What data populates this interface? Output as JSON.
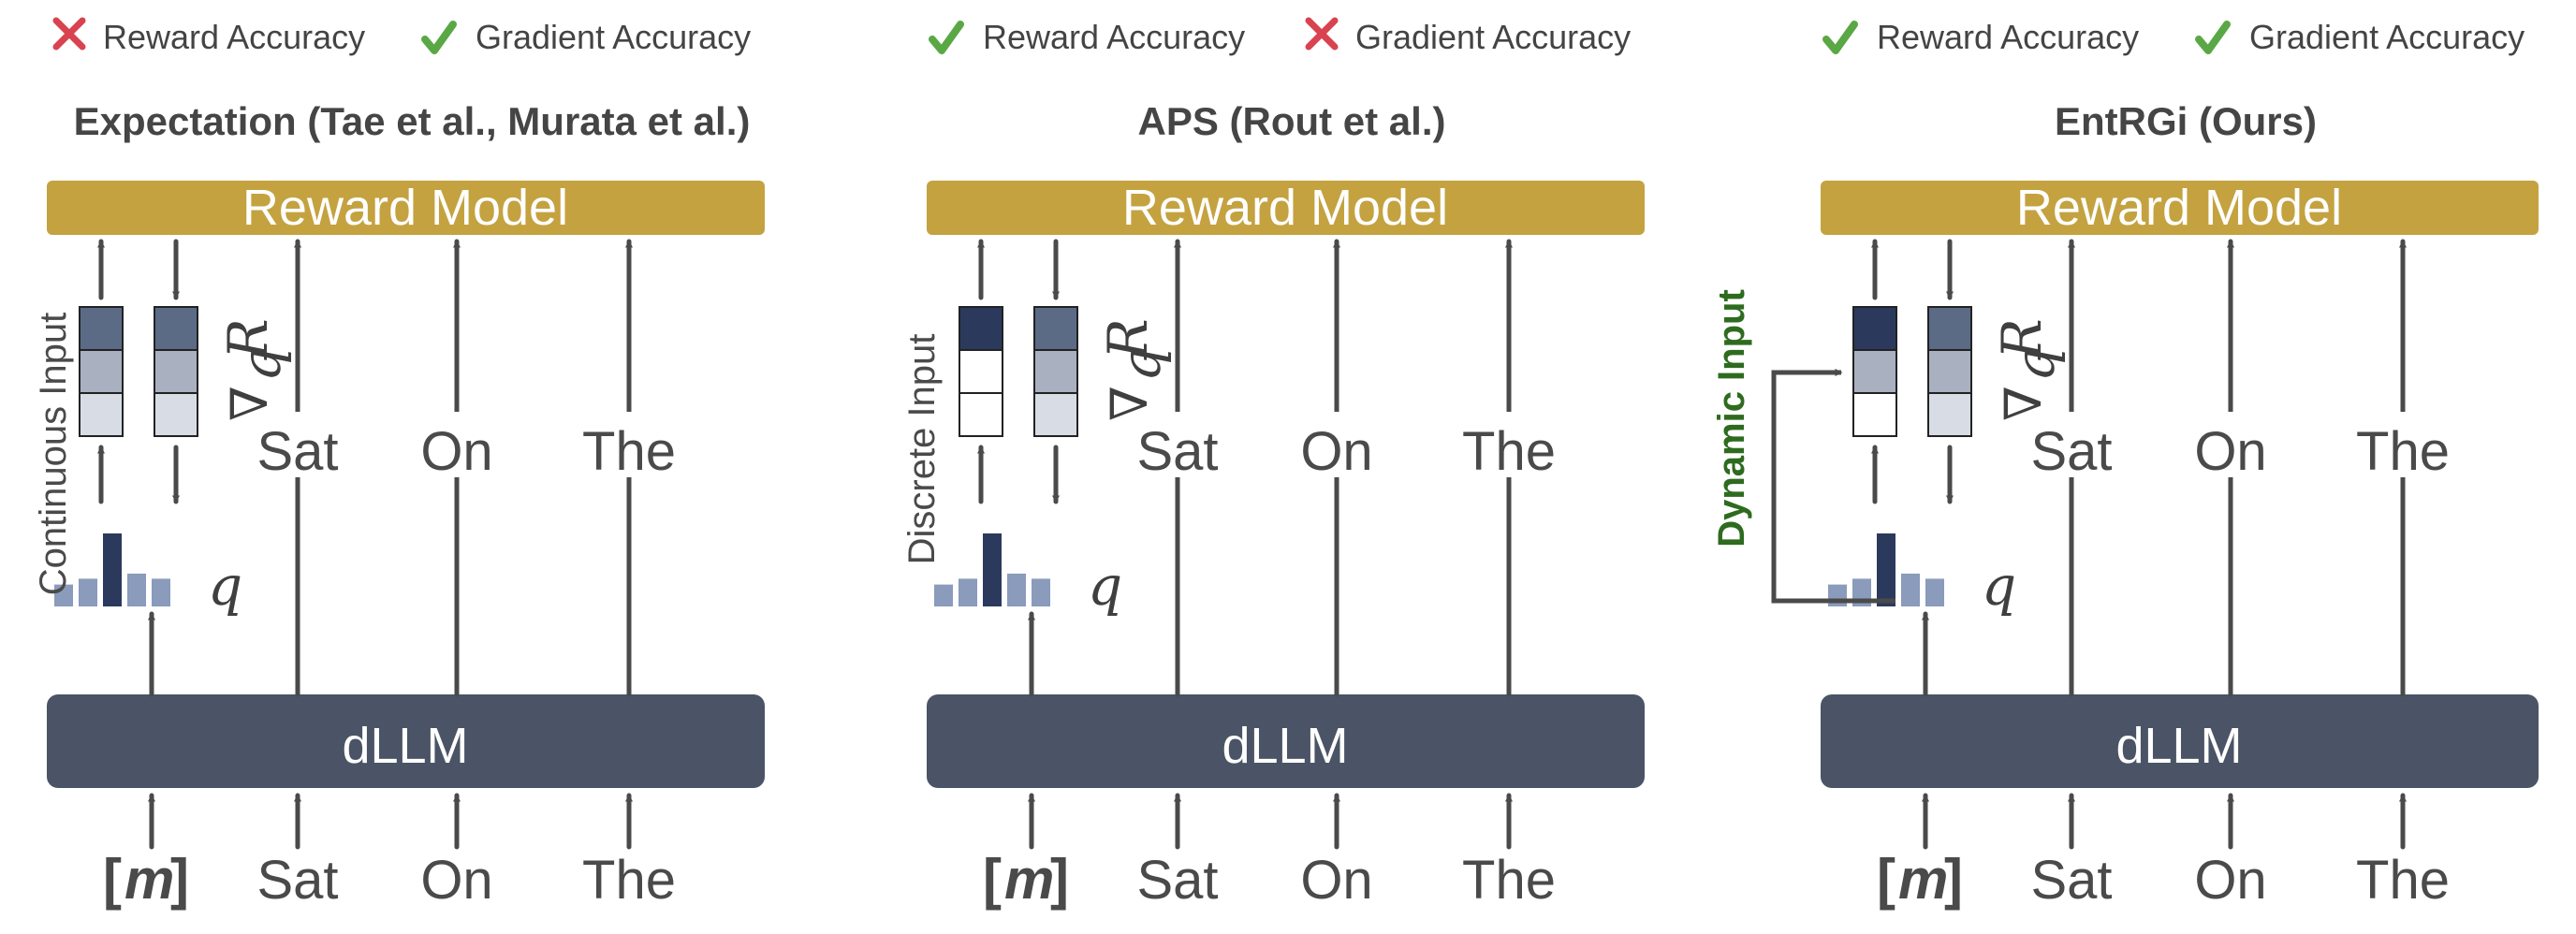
{
  "panels": [
    {
      "legend": [
        {
          "status": "cross",
          "label": "Reward Accuracy"
        },
        {
          "status": "check",
          "label": "Gradient Accuracy"
        }
      ],
      "title": "Expectation (Tae et al., Murata et al.)",
      "reward_model_label": "Reward Model",
      "dllm_label": "dLLM",
      "input_label": "Continuous Input",
      "input_label_style": "plain",
      "mask_token": "m",
      "q_symbol": "q",
      "grad_symbol": "∇",
      "grad_subscript": "q",
      "grad_target": "R",
      "input_vector": [
        "#5b6b86",
        "#a9b1c0",
        "#d8dce4"
      ],
      "output_tokens": [
        "Sat",
        "On",
        "The"
      ],
      "input_tokens": [
        "Sat",
        "On",
        "The"
      ]
    },
    {
      "legend": [
        {
          "status": "check",
          "label": "Reward Accuracy"
        },
        {
          "status": "cross",
          "label": "Gradient Accuracy"
        }
      ],
      "title": "APS (Rout et al.)",
      "reward_model_label": "Reward Model",
      "dllm_label": "dLLM",
      "input_label": "Discrete Input",
      "input_label_style": "plain",
      "mask_token": "m",
      "q_symbol": "q",
      "grad_symbol": "∇",
      "grad_subscript": "q",
      "grad_target": "R",
      "input_vector": [
        "#2b3a5c",
        "#ffffff",
        "#ffffff"
      ],
      "output_tokens": [
        "Sat",
        "On",
        "The"
      ],
      "input_tokens": [
        "Sat",
        "On",
        "The"
      ]
    },
    {
      "legend": [
        {
          "status": "check",
          "label": "Reward Accuracy"
        },
        {
          "status": "check",
          "label": "Gradient Accuracy"
        }
      ],
      "title": "EntRGi (Ours)",
      "reward_model_label": "Reward Model",
      "dllm_label": "dLLM",
      "input_label": "Dynamic Input",
      "input_label_style": "dynamic",
      "mask_token": "m",
      "q_symbol": "q",
      "grad_symbol": "∇",
      "grad_subscript": "q",
      "grad_target": "R",
      "input_vector": [
        "#2b3a5c",
        "#a9b1c0",
        "#ffffff"
      ],
      "output_tokens": [
        "Sat",
        "On",
        "The"
      ],
      "input_tokens": [
        "Sat",
        "On",
        "The"
      ]
    }
  ],
  "colors": {
    "reward_model": "#c4a240",
    "dllm": "#4a5466",
    "arrow": "#4a4a4a",
    "check": "#5aa845",
    "cross": "#d9434f",
    "dynamic_accent": "#2e6b1f",
    "grad_vector": [
      "#5b6b86",
      "#a9b1c0",
      "#d8dce4"
    ],
    "q_bars": [
      "#8a9bbb",
      "#8a9bbb",
      "#2b3a5c",
      "#8a9bbb",
      "#8a9bbb"
    ]
  },
  "q_distribution": [
    0.3,
    0.38,
    1.0,
    0.45,
    0.38
  ]
}
